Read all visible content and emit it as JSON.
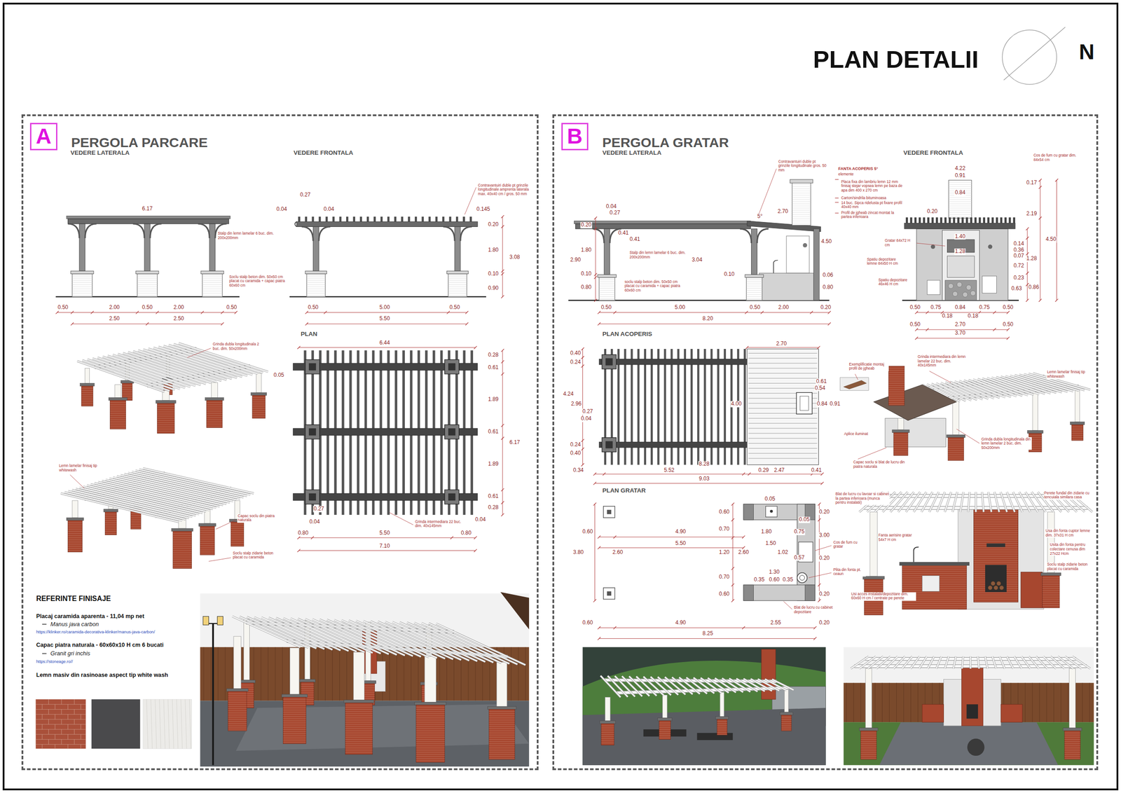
{
  "diagram": {
    "title": "PLAN DETALII",
    "nodes": [
      {
        "text": [
          "PERGOLA PARCARE"
        ]
      },
      {
        "text": [
          "A"
        ],
        "in": 0
      },
      {
        "text": [
          "PERGOLA GRATAR"
        ]
      },
      {
        "text": [
          "B"
        ],
        "in": 2
      }
    ],
    "labels": [
      "N",
      "VEDERE LATERALA",
      "VEDERE FRONTALA",
      "6.17",
      "Stalp din lemn lamelar 6 buc. dim. 200x200mm",
      "Soclu stalp beton dim. 50x50 cm placat cu caramida + capac piatra 60x60 cm",
      "0.50",
      "2.00",
      "0.50",
      "2.00",
      "0.50",
      "2.50",
      "2.50",
      "0.27",
      "0.04",
      "0.04",
      "0.145",
      "Contravantuiri duble pt grinzile longitudinale amprenta laterala max. 40x40 cm / gros. 50 mm",
      "0.20",
      "1.80",
      "0.10",
      "0.90",
      "3.08",
      "0.50",
      "5.00",
      "0.50",
      "5.50",
      "Grinda dubla longitudinala 2 buc. dim. 50x200mm",
      "Lemn lamelar finisaj tip whitewash",
      "Capac soclu din piatra naturala",
      "Soclu stalp zidarie beton placat cu caramida",
      "PLAN",
      "6.44",
      "0.05",
      "0.28",
      "0.61",
      "1.89",
      "0.61",
      "1.89",
      "0.61",
      "0.28",
      "6.17",
      "0.27",
      "0.04",
      "0.04",
      "Grinda intermediara 22 buc. dim. 40x145mm",
      "0.80",
      "5.50",
      "0.80",
      "7.10",
      "REFERINTE FINISAJE",
      "Placaj caramida aparenta - 11,04 mp net",
      "Manus java carbon",
      "https://klinker.ro/caramida-decorativa-klinker/manus-java-carbon/",
      "Capac piatra naturala - 60x60x10 H cm 6 bucati",
      "Granit gri inchis",
      "https://stoneage.ro//",
      "Lemn masiv din rasinoase aspect tip white wash",
      "VEDERE LATERALA",
      "VEDERE FRONTALA",
      "Contravantuiri duble pt grinzile longitudinale gros. 50 mm",
      "FANTA ACOPERIS 5°",
      "elemente",
      "Placa fixa din lambriu lemn 12 mm finisaj stejar vopsea lemn pe baza de apa dim 400 x 270 cm",
      "Carton/sindrila bituminoasa",
      "14 buc. Sipca ridelusta pt fixare profil 40x40 mm",
      "Profil de jgheab zincat montat la partea inferioara",
      "0.04",
      "0.27",
      "0.20",
      "0.41",
      "0.41",
      "1.80",
      "2.90",
      "3.04",
      "0.10",
      "0.80",
      "0.10",
      "5°",
      "2.70",
      "4.50",
      "0.06",
      "0.80",
      "Stalp din lemn lamelar 6 buc. dim. 200x200mm",
      "soclu stalp beton dim. 50x50 cm placat cu caramida + capac piatra 60x60 cm",
      "0.50",
      "5.00",
      "0.50",
      "2.00",
      "0.20",
      "8.20",
      "Cos de fum cu gratar dim. 84x54 cm",
      "4.22",
      "0.91",
      "0.84",
      "0.17",
      "0.20",
      "2.19",
      "1.40",
      "4.50",
      "1.28",
      "0.14",
      "0.36",
      "0.07",
      "1.28",
      "0.72",
      "0.23",
      "0.63",
      "0.86",
      "Gratar 84x72 H cm",
      "Spatiu depozitare lemne 84x50 H cm",
      "Spatiu depozitare 46x46 H cm",
      "0.50",
      "0.75",
      "0.84",
      "0.75",
      "0.50",
      "0.18",
      "0.18",
      "0.50",
      "2.70",
      "0.50",
      "3.70",
      "PLAN ACOPERIS",
      "2.70",
      "0.40",
      "0.24",
      "4.24",
      "2.96",
      "0.27",
      "0.04",
      "4.00",
      "0.61",
      "0.54",
      "0.84",
      "0.91",
      "0.24",
      "0.40",
      "8.28",
      "0.34",
      "5.52",
      "0.29",
      "2.47",
      "0.41",
      "9.03",
      "Exemplificatie montaj profil de jgheab",
      "Grinda intermediara din lemn lamelar 22 buc. dim. 40x145mm",
      "Lemn lamelar finisaj tip whitewash",
      "Aplice iluminat",
      "Grinda dubla longitudinala din lemn lamelar 2 buc. dim. 50x200mm",
      "Capac soclu si blat de lucru din piatra naturala",
      "PLAN GRATAR",
      "0.05",
      "0.60",
      "0.20",
      "0.60",
      "4.90",
      "0.70",
      "1.80",
      "0.05",
      "0.75",
      "3.00",
      "5.50",
      "1.50",
      "3.80",
      "2.60",
      "1.20",
      "2.60",
      "1.02",
      "0.57",
      "0.20",
      "0.70",
      "1.30",
      "0.35",
      "0.60",
      "0.35",
      "0.60",
      "0.20",
      "0.60",
      "4.90",
      "2.55",
      "0.20",
      "8.25",
      "Blat de lucru cu lavoar si cabinet la partea inferioara (munca pentru instalatii)",
      "Cos de fum cu gratar",
      "Plita din fonta pt. ceaun",
      "Blat de lucru cu cabinet depozitare",
      "Perete fundal din zidarie cu tencuiala similara casa",
      "Fanta aerisire gratar 54x7 H cm",
      "Usa din fonta cuptor lemne dim. 37x31 H cm",
      "Usita din fonta pentru colectare cenusa dim 27x22 Hcm",
      "Soclu stalp zidarie beton placat cu caramida",
      "Usi acces instalatii/depozitare dim. 60x60 H cm / centrate pe perete"
    ]
  }
}
